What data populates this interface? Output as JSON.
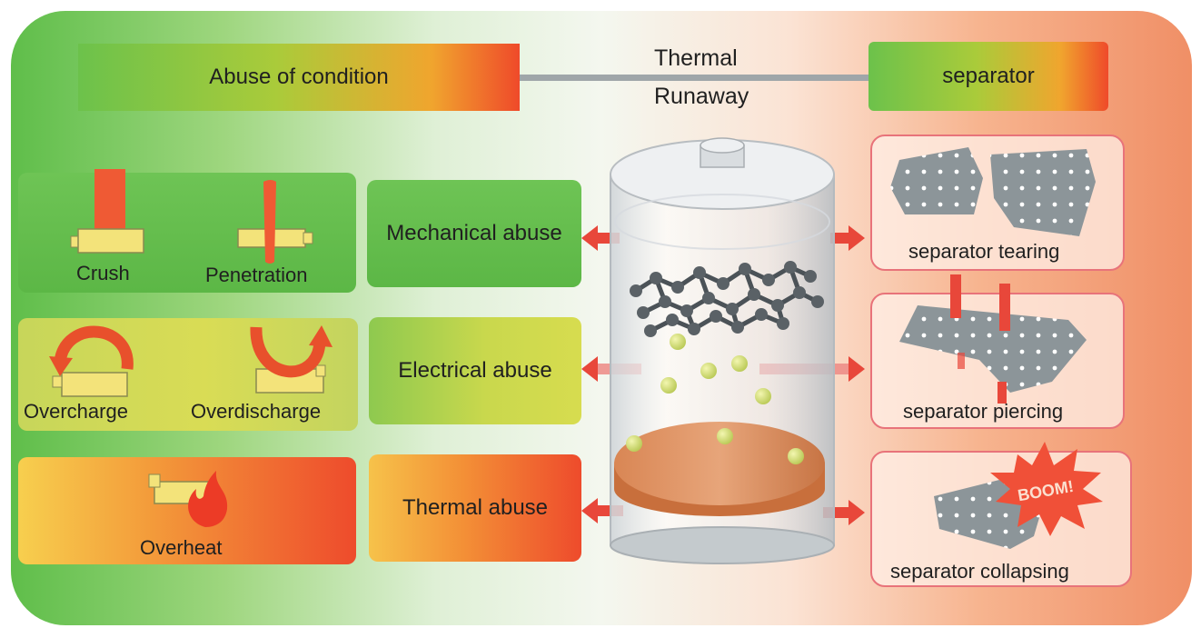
{
  "header": {
    "left_title": "Abuse of condition",
    "center_title_line1": "Thermal",
    "center_title_line2": "Runaway",
    "right_title": "separator"
  },
  "abuse_types": [
    {
      "label": "Mechanical abuse",
      "examples": [
        "Crush",
        "Penetration"
      ]
    },
    {
      "label": "Electrical abuse",
      "examples": [
        "Overcharge",
        "Overdischarge"
      ]
    },
    {
      "label": "Thermal abuse",
      "examples": [
        "Overheat"
      ]
    }
  ],
  "separator_effects": [
    {
      "label": "separator tearing"
    },
    {
      "label": "separator piercing"
    },
    {
      "label": "separator collapsing",
      "burst_text": "BOOM!"
    }
  ],
  "colors": {
    "green": "#5cb746",
    "red": "#ee4b2c",
    "yellow": "#f3e37a",
    "arrow": "#e8473a",
    "separator_gray": "#8c9599"
  }
}
